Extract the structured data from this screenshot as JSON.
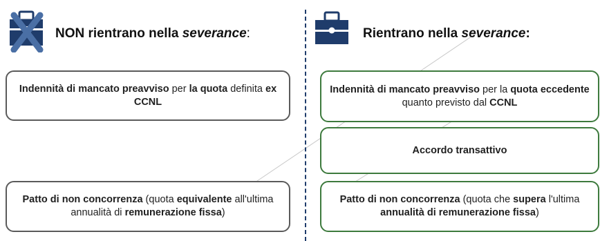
{
  "left_column": {
    "title_prefix": "NON rientrano nella ",
    "title_italic": "severance",
    "title_suffix": ":",
    "boxes": [
      {
        "segments": [
          {
            "text": "Indennità di mancato preavviso",
            "bold": true
          },
          {
            "text": " per ",
            "bold": false
          },
          {
            "text": "la quota",
            "bold": true
          },
          {
            "text": " definita ",
            "bold": false
          },
          {
            "text": "ex CCNL",
            "bold": true
          }
        ]
      },
      {
        "segments": [
          {
            "text": "Patto di non concorrenza",
            "bold": true
          },
          {
            "text": " (quota ",
            "bold": false
          },
          {
            "text": "equivalente",
            "bold": true
          },
          {
            "text": " all'ultima  annualità di ",
            "bold": false
          },
          {
            "text": "remunerazione fissa",
            "bold": true
          },
          {
            "text": ")",
            "bold": false
          }
        ]
      }
    ]
  },
  "right_column": {
    "title_prefix": "Rientrano nella ",
    "title_italic": "severance",
    "title_suffix": ":",
    "boxes": [
      {
        "segments": [
          {
            "text": "Indennità di mancato preavviso",
            "bold": true
          },
          {
            "text": " per la ",
            "bold": false
          },
          {
            "text": "quota eccedente",
            "bold": true
          },
          {
            "text": " quanto previsto dal ",
            "bold": false
          },
          {
            "text": "CCNL",
            "bold": true
          }
        ]
      },
      {
        "segments": [
          {
            "text": "Accordo transattivo",
            "bold": true
          }
        ]
      },
      {
        "segments": [
          {
            "text": "Patto di non concorrenza",
            "bold": true
          },
          {
            "text": " (quota che ",
            "bold": false
          },
          {
            "text": "supera",
            "bold": true
          },
          {
            "text": " l'ultima  ",
            "bold": false
          },
          {
            "text": "annualità di remunerazione fissa",
            "bold": true
          },
          {
            "text": ")",
            "bold": false
          }
        ]
      }
    ]
  },
  "colors": {
    "left_border": "#5a5a5a",
    "right_border": "#3d7a3d",
    "icon_navy": "#1f3c6b",
    "divider": "#1f3c6b"
  },
  "icons": {
    "left": "crossed-briefcase-icon",
    "right": "briefcase-icon"
  }
}
